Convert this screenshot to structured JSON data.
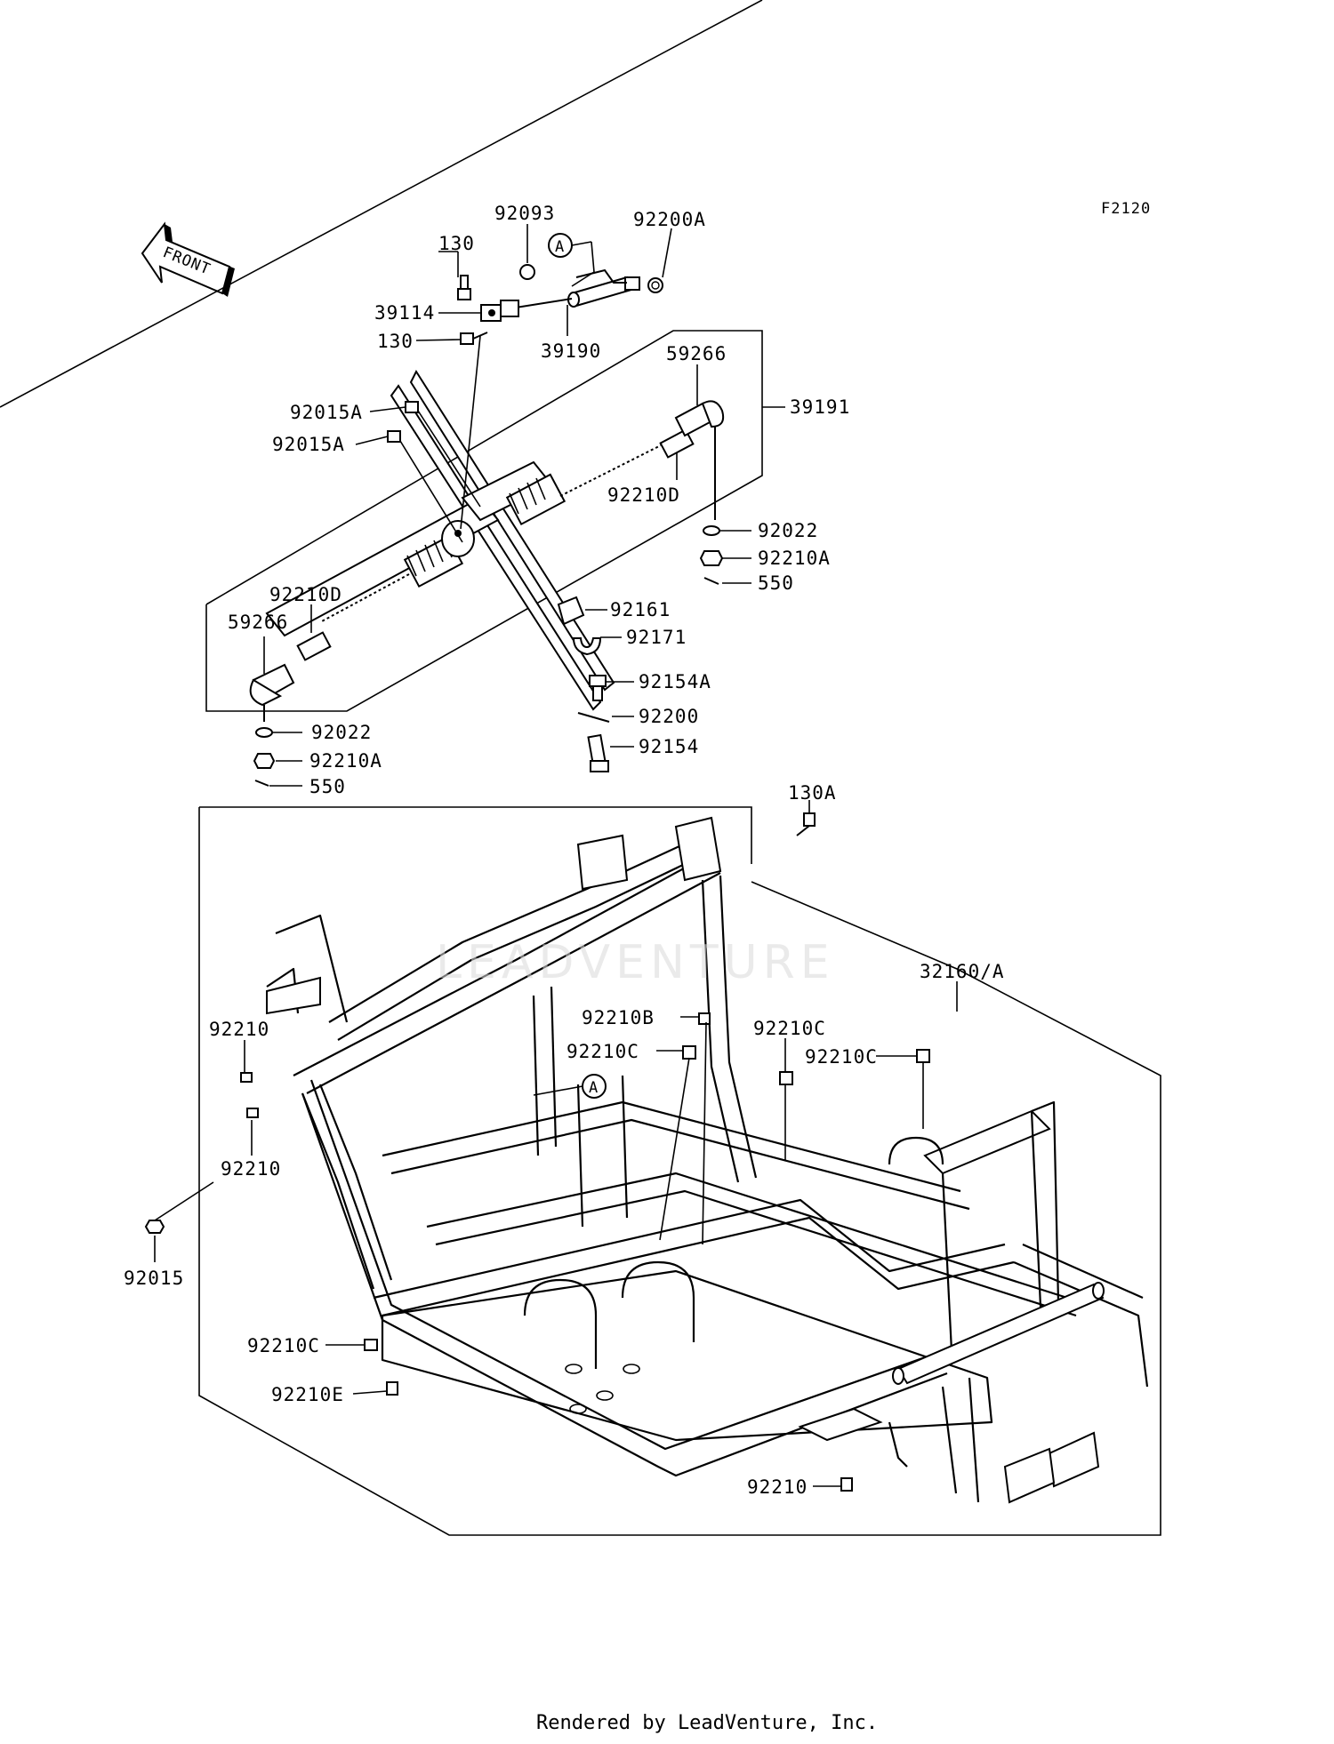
{
  "diagram_code": "F2120",
  "front_label": "FRONT",
  "ref_marker": "A",
  "watermark": "LEADVENTURE",
  "footer": "Rendered by LeadVenture, Inc.",
  "callouts": [
    {
      "id": "c-92093",
      "text": "92093"
    },
    {
      "id": "c-92200A",
      "text": "92200A"
    },
    {
      "id": "c-130-top",
      "text": "130"
    },
    {
      "id": "c-39114",
      "text": "39114"
    },
    {
      "id": "c-130-mid",
      "text": "130"
    },
    {
      "id": "c-39190",
      "text": "39190"
    },
    {
      "id": "c-59266-right",
      "text": "59266"
    },
    {
      "id": "c-39191",
      "text": "39191"
    },
    {
      "id": "c-92015A-1",
      "text": "92015A"
    },
    {
      "id": "c-92015A-2",
      "text": "92015A"
    },
    {
      "id": "c-92210D-right",
      "text": "92210D"
    },
    {
      "id": "c-92022-right",
      "text": "92022"
    },
    {
      "id": "c-92210A-right",
      "text": "92210A"
    },
    {
      "id": "c-550-right",
      "text": "550"
    },
    {
      "id": "c-92210D-left",
      "text": "92210D"
    },
    {
      "id": "c-59266-left",
      "text": "59266"
    },
    {
      "id": "c-92161",
      "text": "92161"
    },
    {
      "id": "c-92171",
      "text": "92171"
    },
    {
      "id": "c-92154A",
      "text": "92154A"
    },
    {
      "id": "c-92200",
      "text": "92200"
    },
    {
      "id": "c-92154",
      "text": "92154"
    },
    {
      "id": "c-92022-left",
      "text": "92022"
    },
    {
      "id": "c-92210A-left",
      "text": "92210A"
    },
    {
      "id": "c-550-left",
      "text": "550"
    },
    {
      "id": "c-130A",
      "text": "130A"
    },
    {
      "id": "c-32160A",
      "text": "32160/A"
    },
    {
      "id": "c-92210B",
      "text": "92210B"
    },
    {
      "id": "c-92210C-1",
      "text": "92210C"
    },
    {
      "id": "c-92210C-2",
      "text": "92210C"
    },
    {
      "id": "c-92210C-3",
      "text": "92210C"
    },
    {
      "id": "c-92210-1",
      "text": "92210"
    },
    {
      "id": "c-92210-2",
      "text": "92210"
    },
    {
      "id": "c-92015",
      "text": "92015"
    },
    {
      "id": "c-92210C-4",
      "text": "92210C"
    },
    {
      "id": "c-92210E",
      "text": "92210E"
    },
    {
      "id": "c-92210-3",
      "text": "92210"
    }
  ]
}
